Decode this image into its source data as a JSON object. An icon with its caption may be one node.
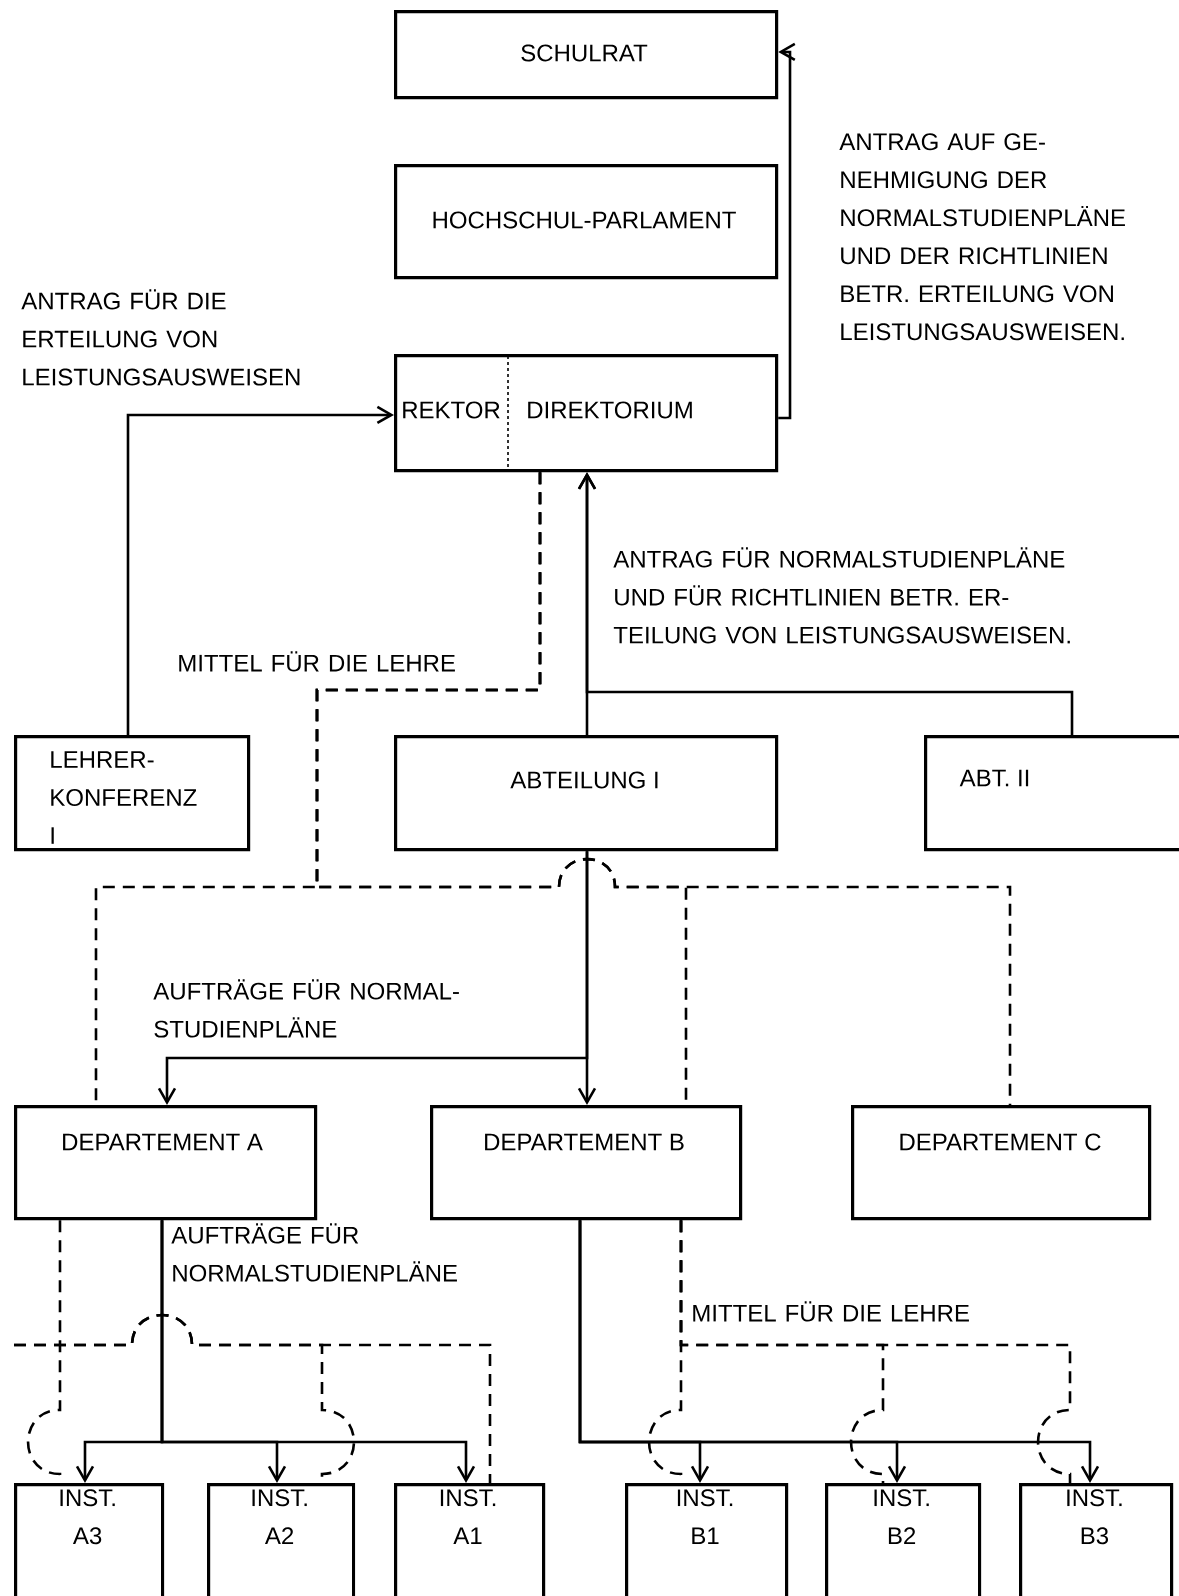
{
  "diagram": {
    "nodes": [
      {
        "text": [
          "SCHULRAT"
        ]
      },
      {
        "text": [
          "HOCHSCHUL-PARLAMENT"
        ]
      },
      {
        "text": [
          "REKTOR",
          "DIREKTORIUM"
        ]
      },
      {
        "text": [
          "LEHRER- KONFERENZ I"
        ]
      },
      {
        "text": [
          "ABTEILUNG I"
        ]
      },
      {
        "text": [
          "ABT. II"
        ]
      },
      {
        "text": [
          "DEPARTEMENT A"
        ]
      },
      {
        "text": [
          "DEPARTEMENT B"
        ]
      },
      {
        "text": [
          "DEPARTEMENT C"
        ]
      },
      {
        "text": [
          "INST. A3"
        ]
      },
      {
        "text": [
          "INST. A2"
        ]
      },
      {
        "text": [
          "INST. A1"
        ]
      },
      {
        "text": [
          "INST. B1"
        ]
      },
      {
        "text": [
          "INST. B2"
        ]
      },
      {
        "text": [
          "INST. B3"
        ]
      }
    ],
    "edges": [
      {
        "from": 2,
        "to": 0,
        "arrow": "to",
        "label": "ANTRAG AUF GE- NEHMIGUNG DER NORMALSTUDIENPLÄNE UND DER RICHTLINIEN BETR. ERTEILUNG VON LEISTUNGSAUSWEISEN."
      },
      {
        "from": 3,
        "to": 2,
        "arrow": "to",
        "label": "ANTRAG FÜR DIE ERTEILUNG VON LEISTUNGSAUSWEISEN"
      },
      {
        "from": 4,
        "to": 2,
        "arrow": "to",
        "label": "ANTRAG FÜR NORMALSTUDIENPLÄNE UND FÜR RICHTLINIEN BETR. ER- TEILUNG VON LEISTUNGSAUSWEISEN."
      },
      {
        "from": 5,
        "to": 2,
        "arrow": "to"
      },
      {
        "from": 2,
        "to": 6,
        "arrow": "none",
        "style": "dashed",
        "label": "MITTEL FÜR DIE LEHRE"
      },
      {
        "from": 2,
        "to": 7,
        "arrow": "none",
        "style": "dashed"
      },
      {
        "from": 2,
        "to": 8,
        "arrow": "none",
        "style": "dashed"
      },
      {
        "from": 4,
        "to": 6,
        "arrow": "to",
        "label": "AUFTRÄGE FÜR NORMAL- STUDIENPLÄNE"
      },
      {
        "from": 4,
        "to": 7,
        "arrow": "to"
      },
      {
        "from": 6,
        "to": 9,
        "arrow": "to",
        "label": "AUFTRÄGE FÜR NORMALSTUDIENPLÄNE"
      },
      {
        "from": 6,
        "to": 10,
        "arrow": "to"
      },
      {
        "from": 6,
        "to": 11,
        "arrow": "to"
      },
      {
        "from": 6,
        "to": 9,
        "arrow": "none",
        "style": "dashed"
      },
      {
        "from": null,
        "to": 10,
        "arrow": "none",
        "style": "dashed"
      },
      {
        "from": null,
        "to": 11,
        "arrow": "none",
        "style": "dashed"
      },
      {
        "from": 7,
        "to": 12,
        "arrow": "to"
      },
      {
        "from": 7,
        "to": 13,
        "arrow": "to"
      },
      {
        "from": 7,
        "to": 14,
        "arrow": "to"
      },
      {
        "from": 7,
        "to": 12,
        "arrow": "none",
        "style": "dashed",
        "label": "MITTEL FÜR DIE LEHRE"
      },
      {
        "from": 7,
        "to": 13,
        "arrow": "none",
        "style": "dashed"
      },
      {
        "from": 7,
        "to": 14,
        "arrow": "none",
        "style": "dashed"
      }
    ]
  }
}
